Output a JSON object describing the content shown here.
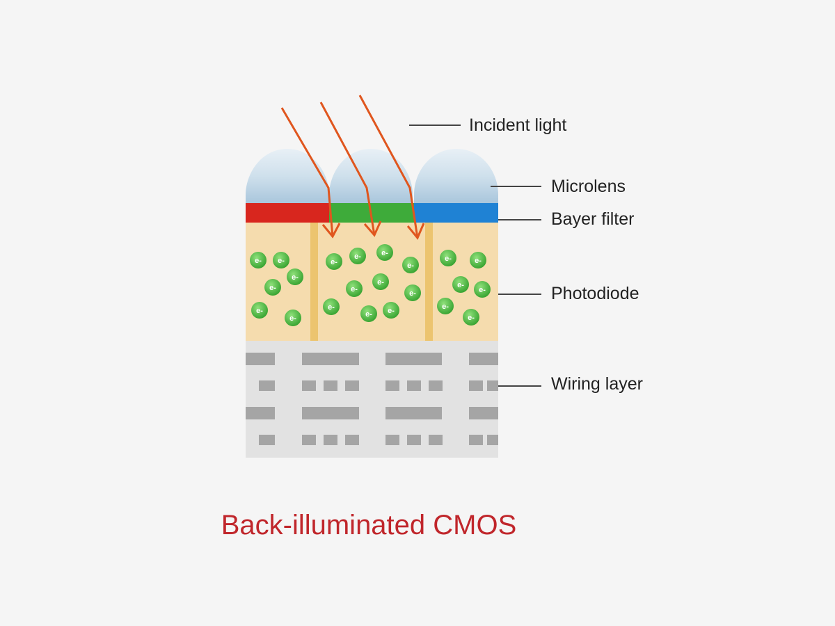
{
  "labels": {
    "incident_light": "Incident light",
    "microlens": "Microlens",
    "bayer_filter": "Bayer filter",
    "photodiode": "Photodiode",
    "wiring_layer": "Wiring layer"
  },
  "title": "Back-illuminated CMOS",
  "electron_symbol": "e-",
  "colors": {
    "background": "#f5f5f5",
    "title": "#c0262b",
    "arrow": "#e0561e",
    "microlens": "#c9dcea",
    "filter_red": "#d8261e",
    "filter_green": "#3eab3a",
    "filter_blue": "#1f82d4",
    "photodiode": "#f5dcae",
    "separator": "#ecc46f",
    "electron": "#4cb847",
    "wiring_bg": "#e2e2e2",
    "wiring_block": "#a5a5a5",
    "leader_line": "#444444"
  }
}
